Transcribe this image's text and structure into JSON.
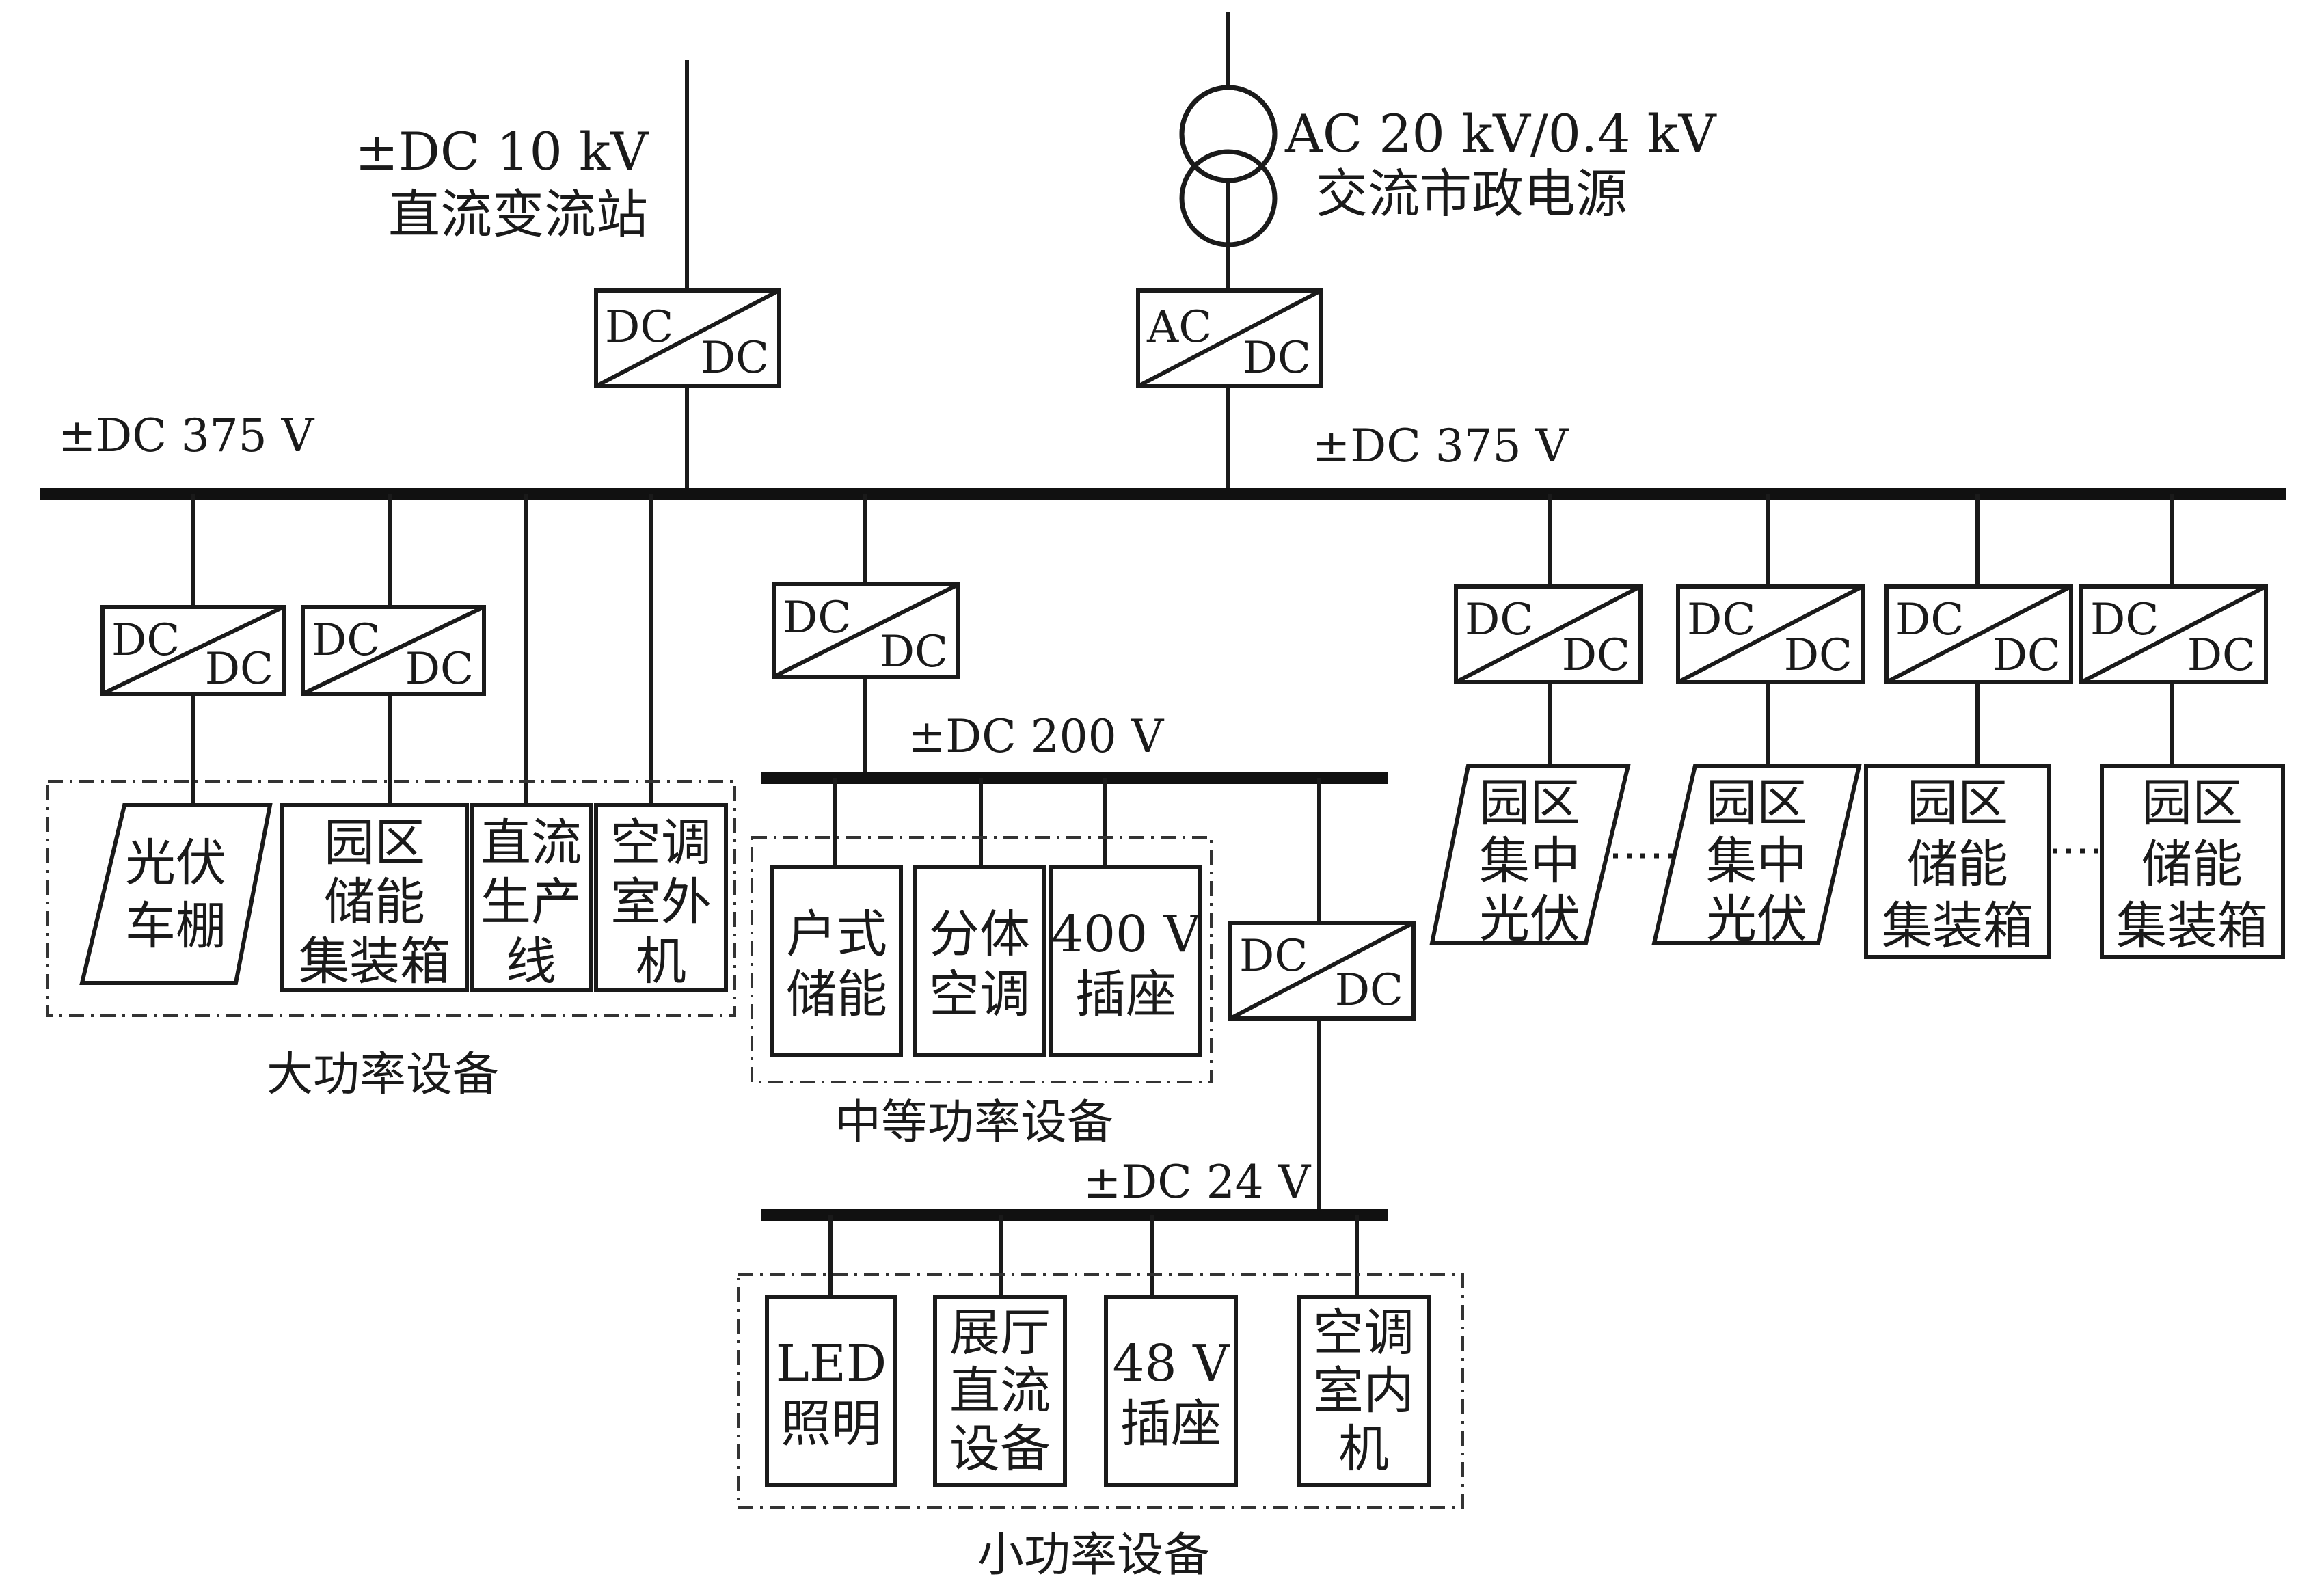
{
  "labels": {
    "dc10kv": "±DC 10 kV",
    "dc_station": "直流变流站",
    "ac_source": "AC 20 kV/0.4 kV",
    "ac_municipal": "交流市政电源",
    "bus375_left": "±DC 375 V",
    "bus375_right": "±DC 375 V",
    "bus200": "±DC 200 V",
    "bus24": "±DC 24 V"
  },
  "converters": {
    "dc": [
      "DC",
      "DC"
    ],
    "ac": [
      "AC",
      "DC"
    ]
  },
  "groups": {
    "large": "大功率设备",
    "medium": "中等功率设备",
    "small": "小功率设备"
  },
  "devices": {
    "pv_carport": [
      "光伏",
      "车棚"
    ],
    "park_storage": [
      "园区",
      "储能",
      "集装箱"
    ],
    "dc_production": [
      "直流",
      "生产",
      "线"
    ],
    "ac_outdoor": [
      "空调",
      "室外",
      "机"
    ],
    "home_storage": [
      "户式",
      "储能"
    ],
    "split_ac": [
      "分体",
      "空调"
    ],
    "socket_400": [
      "400 V",
      "插座"
    ],
    "central_pv": [
      "园区",
      "集中",
      "光伏"
    ],
    "led": [
      "LED",
      "照明"
    ],
    "hall_dc": [
      "展厅",
      "直流",
      "设备"
    ],
    "socket_48": [
      "48 V",
      "插座"
    ],
    "ac_indoor": [
      "空调",
      "室内",
      "机"
    ]
  },
  "icons": {
    "transformer": "transformer-icon",
    "converter": "converter-icon",
    "pv": "pv-panel-icon"
  }
}
